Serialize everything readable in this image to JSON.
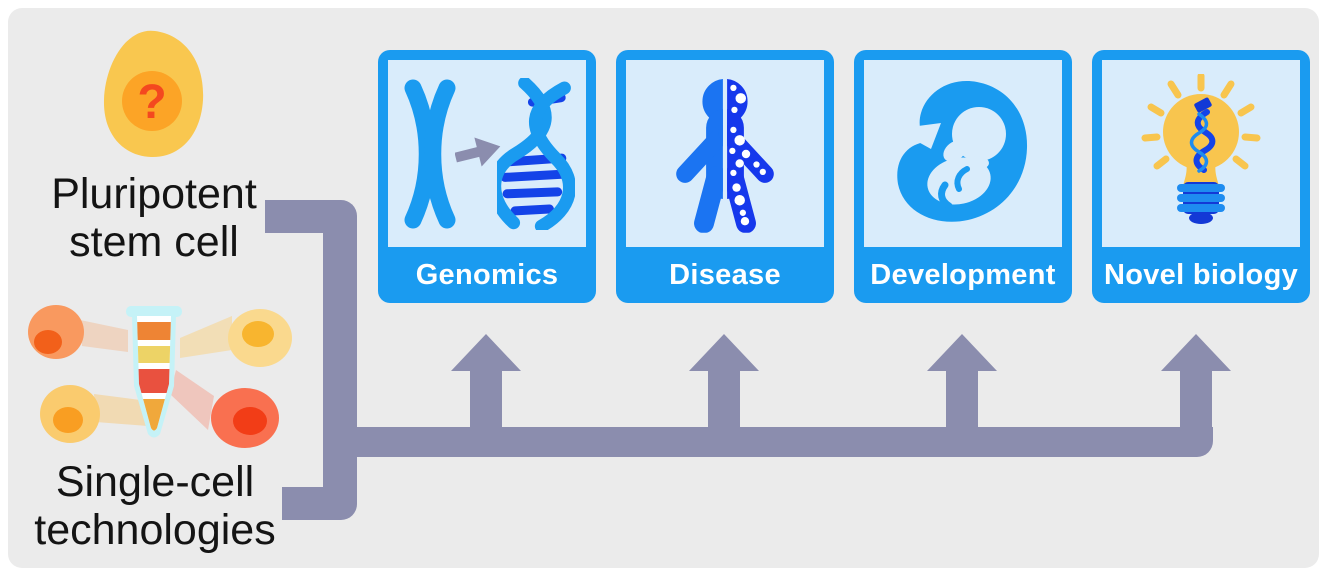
{
  "figure": {
    "type": "diagram",
    "topic": "single-cell technologies applied to pluripotent stem cells"
  },
  "stem_cell": {
    "icon": "cell-with-question-mark-icon",
    "question_mark": "?",
    "label_line1": "Pluripotent",
    "label_line2": "stem cell"
  },
  "single_cell": {
    "icon": "tube-with-cells-icon",
    "label_line1": "Single-cell",
    "label_line2": "technologies"
  },
  "panels": [
    {
      "id": "genomics",
      "label": "Genomics",
      "icon": "chromosome-to-dna-icon"
    },
    {
      "id": "disease",
      "label": "Disease",
      "icon": "split-human-figure-icon"
    },
    {
      "id": "development",
      "label": "Development",
      "icon": "fetus-icon"
    },
    {
      "id": "novel-biology",
      "label": "Novel biology",
      "icon": "lightbulb-dna-icon"
    }
  ],
  "colors": {
    "surface_bg": "#EBEBEB",
    "connector": "#8B8DAE",
    "panel_blue": "#1A9BF0",
    "panel_light": "#D9ECFB",
    "panel_label_text": "#FFFFFF",
    "side_text": "#141414",
    "disease_left": "#1B74F2",
    "disease_right": "#1638EC",
    "dna_rung": "#1443E8",
    "bulb_yellow": "#F8C54E",
    "bulb_navy": "#1339D6",
    "bulb_ring": "#1E8CF0",
    "egg_outer": "#F9C74F",
    "egg_inner": "#FCA426",
    "question_red": "#F4481F"
  }
}
